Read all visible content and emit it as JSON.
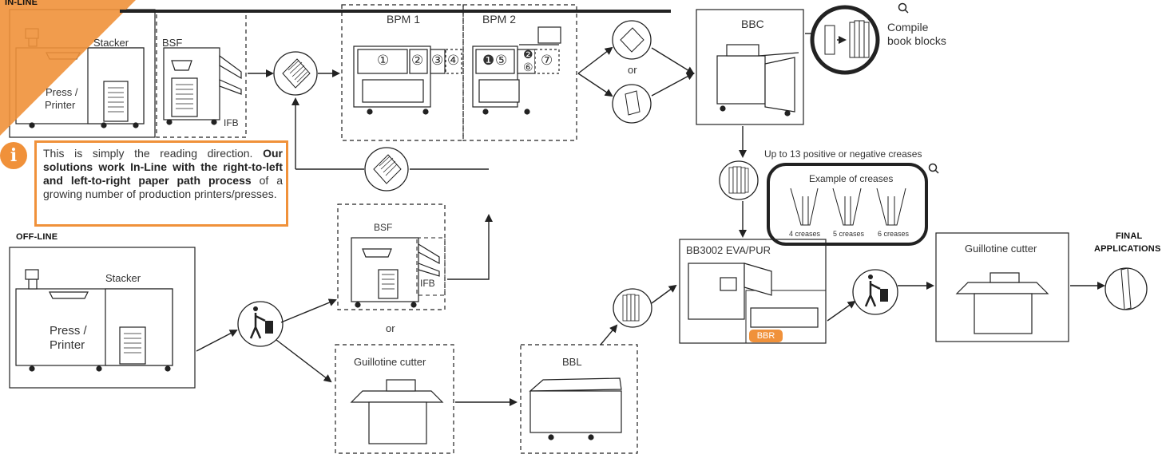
{
  "colors": {
    "accent": "#f0913a",
    "line": "#222222"
  },
  "inline": {
    "banner": "IN-LINE",
    "press_printer": "Press / Printer",
    "stacker": "Stacker",
    "bsf": "BSF",
    "ifb": "IFB"
  },
  "info": {
    "icon": "info-icon",
    "text_plain_1": "This is simply the reading direction. ",
    "text_bold": "Our solutions work In-Line with the right-to-left and left-to-right paper path process",
    "text_plain_2": " of a growing number of production printers/presses."
  },
  "bpm": {
    "bpm1": "BPM 1",
    "bpm2": "BPM 2",
    "nums1": [
      "①",
      "②",
      "③",
      "④"
    ],
    "nums2": [
      "❶",
      "⑤",
      "❷",
      "⑥",
      "⑦"
    ]
  },
  "or_label": "or",
  "bbc": {
    "label": "BBC",
    "compile_line1": "Compile",
    "compile_line2": "book blocks"
  },
  "creases": {
    "headline": "Up to 13 positive or negative creases",
    "title": "Example of creases",
    "items": [
      "4 creases",
      "5 creases",
      "6 creases"
    ]
  },
  "offline": {
    "banner": "OFF-LINE",
    "press_printer_1": "Press /",
    "press_printer_2": "Printer",
    "stacker": "Stacker",
    "bsf": "BSF",
    "ifb": "IFB",
    "guillotine": "Guillotine cutter",
    "bbl": "BBL"
  },
  "bb3002": {
    "label": "BB3002 EVA/PUR",
    "badge": "BBR"
  },
  "guillotine_right": "Guillotine cutter",
  "final": {
    "line1": "FINAL",
    "line2": "APPLICATIONS"
  },
  "inline_press_1": "Press /",
  "inline_press_2": "Printer"
}
